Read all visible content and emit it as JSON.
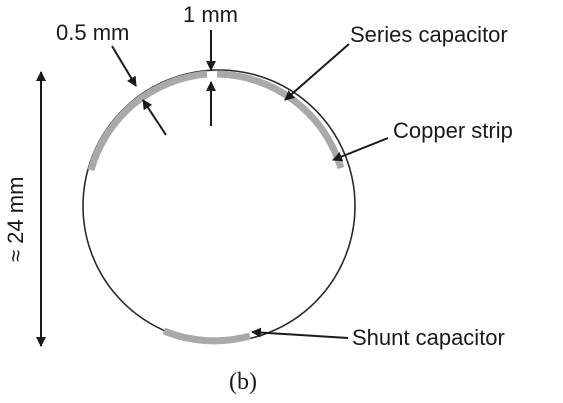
{
  "labels": {
    "gap_width": "1 mm",
    "strip_width": "0.5 mm",
    "series_capacitor": "Series capacitor",
    "copper_strip": "Copper strip",
    "diameter": "≈ 24 mm",
    "shunt_capacitor": "Shunt capacitor"
  },
  "caption": "(b)",
  "colors": {
    "circle": "#2a2a2a",
    "strip": "#a9a9a9",
    "arrow": "#1a1a1a"
  }
}
